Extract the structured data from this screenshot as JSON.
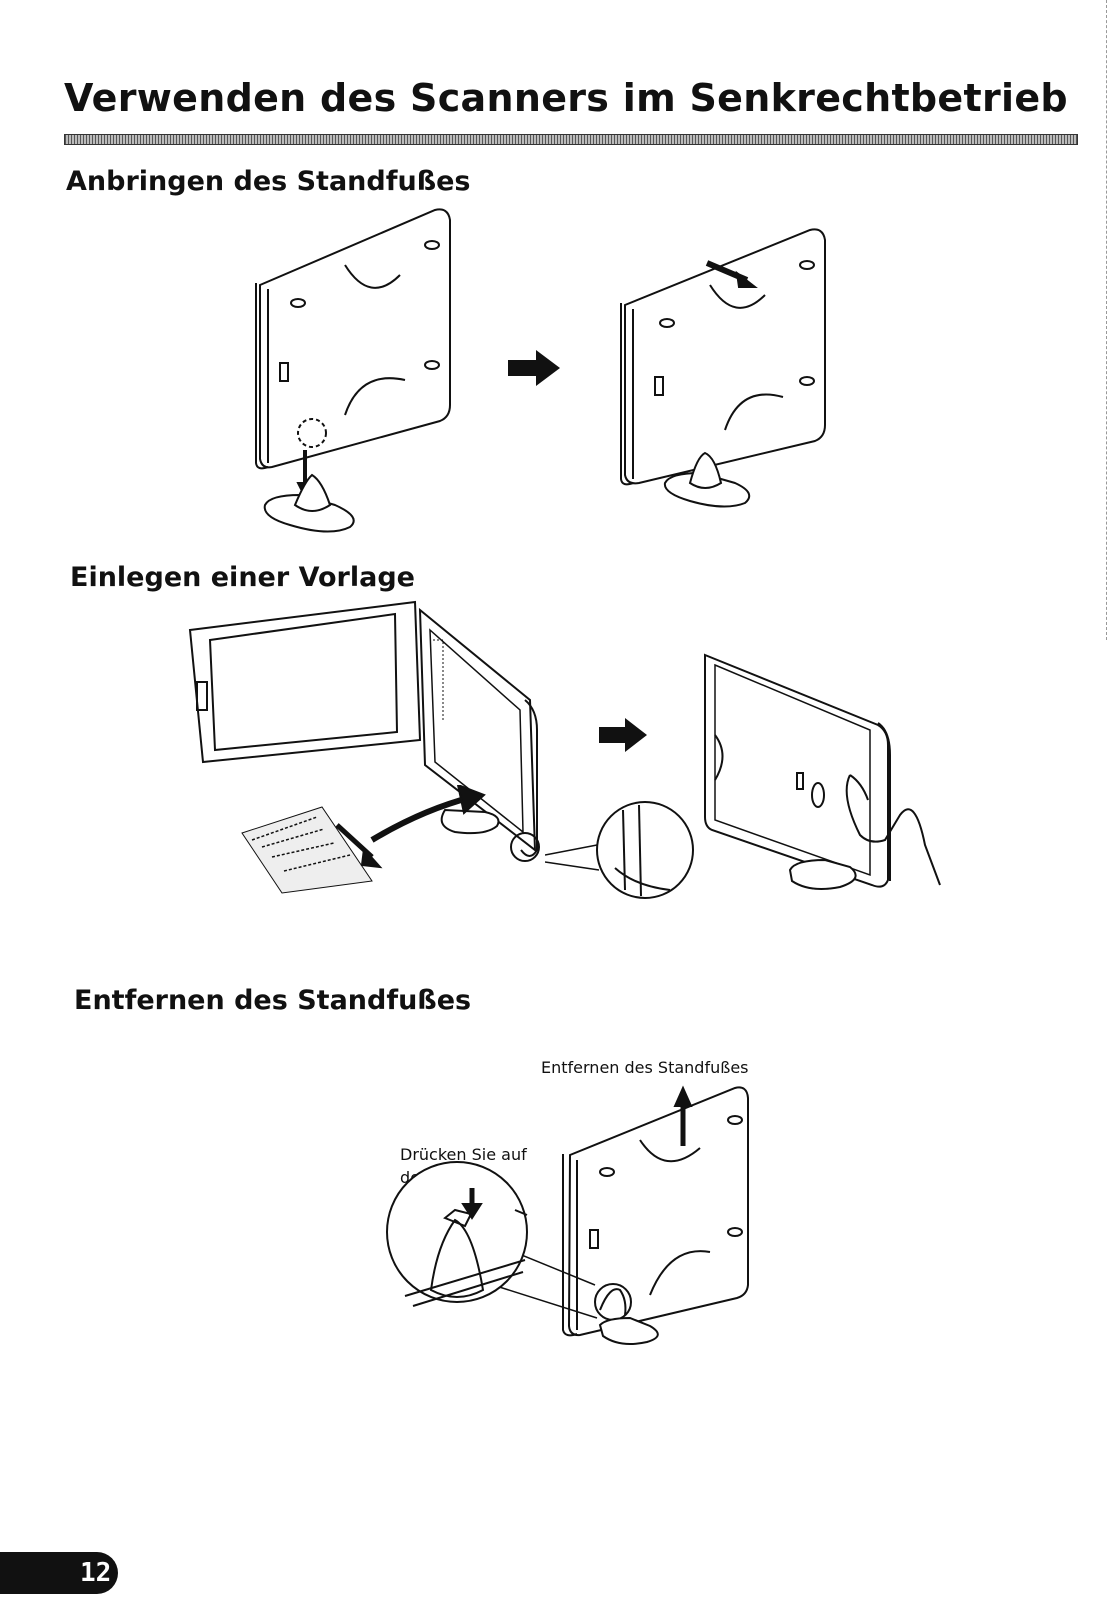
{
  "page": {
    "title": "Verwenden des Scanners im Senkrechtbetrieb",
    "page_number": "12"
  },
  "sections": [
    {
      "heading": "Anbringen des Standfußes"
    },
    {
      "heading": "Einlegen einer Vorlage"
    },
    {
      "heading": "Entfernen des Standfußes",
      "captions": {
        "remove": "Entfernen des Standfußes",
        "press": "Drücken Sie auf den Haken."
      }
    }
  ],
  "colors": {
    "ink": "#111111",
    "rule": "#555555"
  },
  "icons": [
    "arrow-right-icon",
    "arrow-down-icon",
    "arrow-up-icon"
  ]
}
